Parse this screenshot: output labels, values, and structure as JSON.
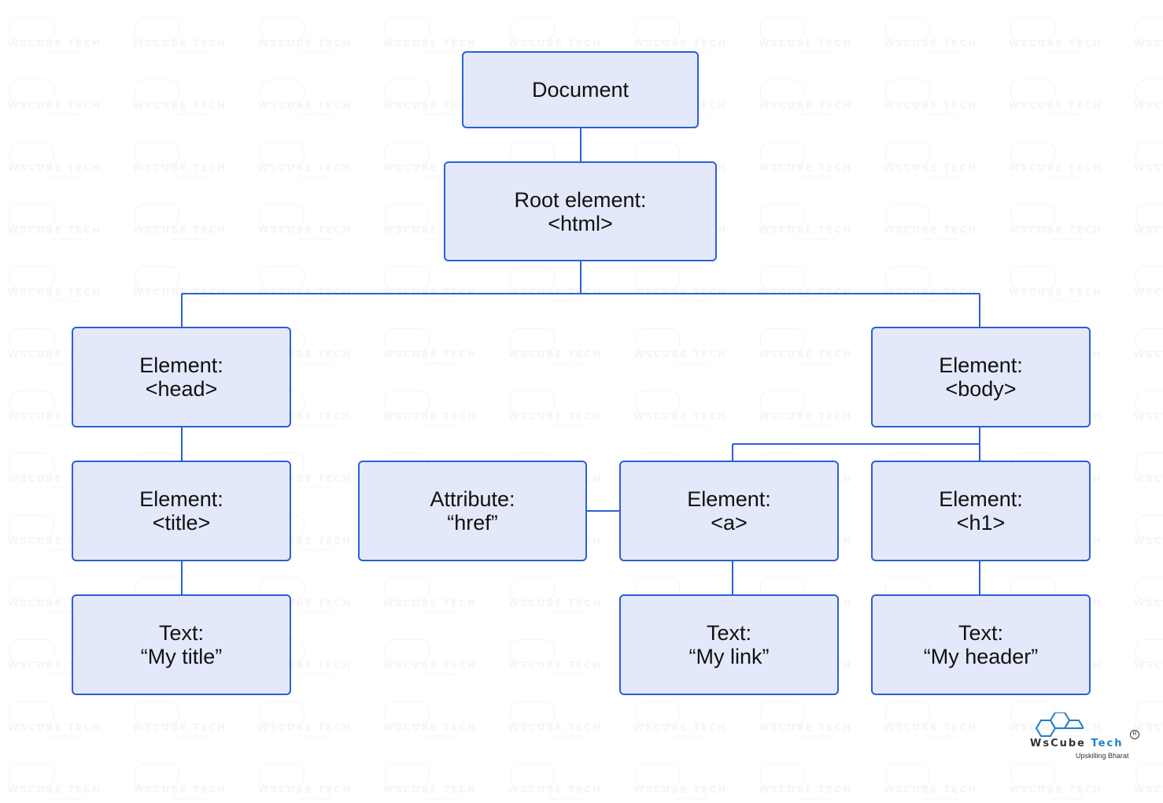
{
  "diagram": {
    "title": "HTML DOM Tree",
    "nodes": {
      "document": {
        "line1": "Document"
      },
      "root": {
        "line1": "Root element:",
        "line2": "<html>"
      },
      "head": {
        "line1": "Element:",
        "line2": "<head>"
      },
      "body": {
        "line1": "Element:",
        "line2": "<body>"
      },
      "title": {
        "line1": "Element:",
        "line2": "<title>"
      },
      "attribute": {
        "line1": "Attribute:",
        "line2": "“href”"
      },
      "anchor": {
        "line1": "Element:",
        "line2": "<a>"
      },
      "h1": {
        "line1": "Element:",
        "line2": "<h1>"
      },
      "title_text": {
        "line1": "Text:",
        "line2": "“My title”"
      },
      "link_text": {
        "line1": "Text:",
        "line2": "“My link”"
      },
      "header_text": {
        "line1": "Text:",
        "line2": "“My header”"
      }
    },
    "edges": [
      [
        "document",
        "root"
      ],
      [
        "root",
        "head"
      ],
      [
        "root",
        "body"
      ],
      [
        "head",
        "title"
      ],
      [
        "title",
        "title_text"
      ],
      [
        "body",
        "anchor"
      ],
      [
        "body",
        "h1"
      ],
      [
        "anchor",
        "attribute"
      ],
      [
        "anchor",
        "link_text"
      ],
      [
        "h1",
        "header_text"
      ]
    ],
    "colors": {
      "node_fill": "#e3e9fb",
      "node_border": "#2d5fd6",
      "connector": "#2d5fd6",
      "text": "#111111"
    }
  },
  "branding": {
    "logo_text_part1": "WsCube",
    "logo_text_part2": "Tech",
    "registered_mark": "R",
    "tagline": "Upskilling Bharat",
    "watermark_text": "WsCube Tech",
    "accent_color": "#1f7fc9"
  }
}
